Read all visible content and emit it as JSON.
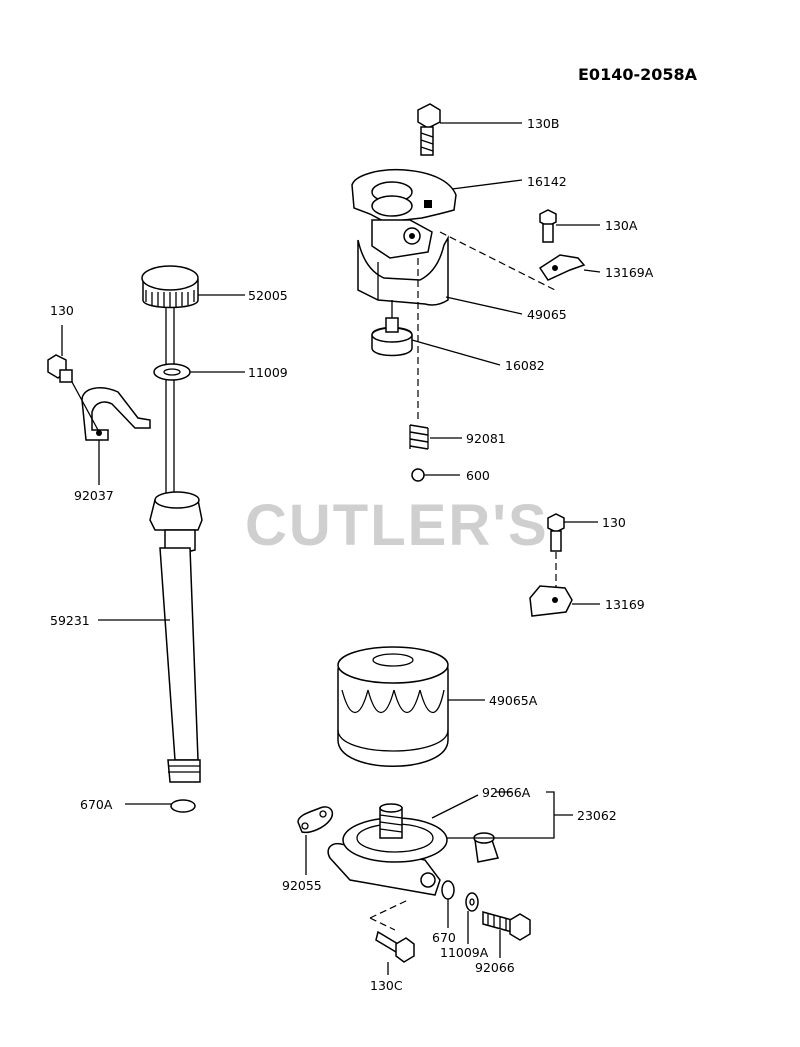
{
  "diagram_id": "E0140-2058A",
  "watermark": "CUTLER'S",
  "parts": {
    "p130B": "130B",
    "p16142": "16142",
    "p130A": "130A",
    "p13169A": "13169A",
    "p49065": "49065",
    "p16082": "16082",
    "p92081": "92081",
    "p600": "600",
    "p52005": "52005",
    "p11009": "11009",
    "p130_left": "130",
    "p92037": "92037",
    "p130_right": "130",
    "p13169": "13169",
    "p59231": "59231",
    "p49065A": "49065A",
    "p92066A": "92066A",
    "p23062": "23062",
    "p670A": "670A",
    "p92055": "92055",
    "p670": "670",
    "p11009A": "11009A",
    "p92066": "92066",
    "p130C": "130C"
  }
}
